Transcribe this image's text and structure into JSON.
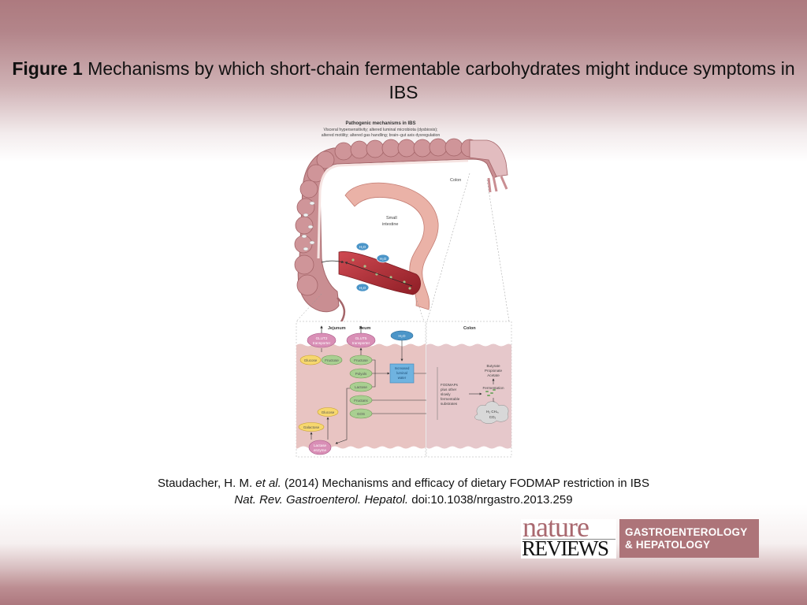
{
  "slide": {
    "title_bold": "Figure 1",
    "title_rest": " Mechanisms by which short-chain fermentable carbohydrates might induce symptoms in IBS"
  },
  "figure": {
    "header": {
      "heading": "Pathogenic mechanisms in IBS",
      "line1": "Visceral hypersensitivity; altered luminal microbiota (dysbiosis);",
      "line2": "altered motility; altered gas handling; brain–gut axis dysregulation"
    },
    "anatomy_labels": {
      "colon": "Colon",
      "small_intestine_1": "Small",
      "small_intestine_2": "intestine",
      "water": "H₂O"
    },
    "panel_small_intestine": {
      "jejunum": "Jejunum",
      "ileum": "Ileum",
      "glut2_1": "GLUT2",
      "glut2_2": "transporter",
      "glut5_1": "GLUT5",
      "glut5_2": "transporter",
      "water": "H₂O",
      "jejunum_sugars": [
        "Glucose",
        "Fructose"
      ],
      "ileum_sugars": [
        "Fructose",
        "Polyols",
        "Lactose",
        "Fructans",
        "GOS"
      ],
      "increased_water": [
        "Increased",
        "luminal",
        "water"
      ],
      "glucose": "Glucose",
      "galactose": "Galactose",
      "lactase_1": "Lactase",
      "lactase_2": "enzyme"
    },
    "panel_colon": {
      "title": "Colon",
      "scfa": [
        "Butyrate",
        "Propionate",
        "Acetate"
      ],
      "fermentation": "Fermentation",
      "fodmaps": [
        "FODMAPs",
        "plus other",
        "slowly",
        "fermentable",
        "substrates"
      ],
      "gases_1": "H₂  CH₄,",
      "gases_2": "CO₂"
    }
  },
  "citation": {
    "authors": "Staudacher, H. M. ",
    "etal": "et al.",
    "rest": " (2014) Mechanisms and efficacy of dietary FODMAP restriction in IBS",
    "journal": "Nat. Rev. Gastroenterol. Hepatol.",
    "doi": " doi:10.1038/nrgastro.2013.259"
  },
  "logo": {
    "nature": "nature",
    "reviews": "REVIEWS",
    "line1": "GASTROENTEROLOGY",
    "line2": "& HEPATOLOGY"
  },
  "colors": {
    "brand": "#ad7479",
    "tissue": "#e8c4c2",
    "colon_fill": "#c98e92",
    "small_intestine_fill": "#eab2a7",
    "lumen_red": "#b2323a",
    "pink_node": "#d98fb6",
    "green_node": "#a9cf91",
    "yellow_node": "#f6d76e",
    "blue_node": "#4b95c8"
  }
}
